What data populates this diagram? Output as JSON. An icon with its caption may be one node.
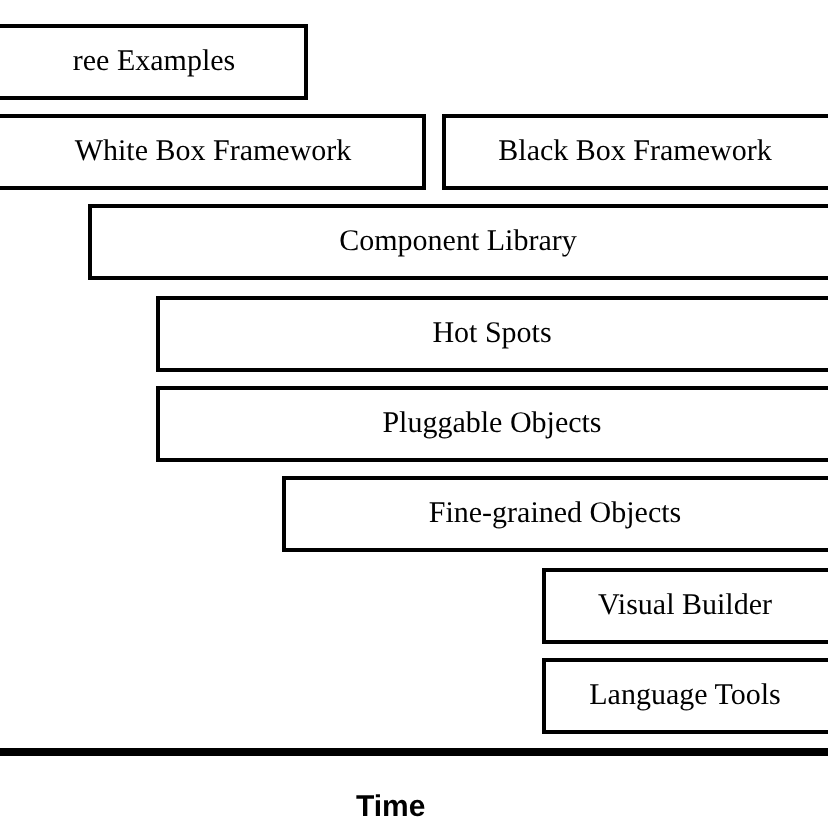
{
  "diagram": {
    "nodes": [
      {
        "text": [
          "ree Examples"
        ]
      },
      {
        "text": [
          "White Box Framework"
        ]
      },
      {
        "text": [
          "Black Box Framework"
        ]
      },
      {
        "text": [
          "Component Library"
        ]
      },
      {
        "text": [
          "Hot Spots"
        ]
      },
      {
        "text": [
          "Pluggable Objects"
        ]
      },
      {
        "text": [
          "Fine-grained Objects"
        ]
      },
      {
        "text": [
          "Visual Builder"
        ]
      },
      {
        "text": [
          "Language Tools"
        ]
      }
    ],
    "labels": [
      "Time"
    ]
  }
}
